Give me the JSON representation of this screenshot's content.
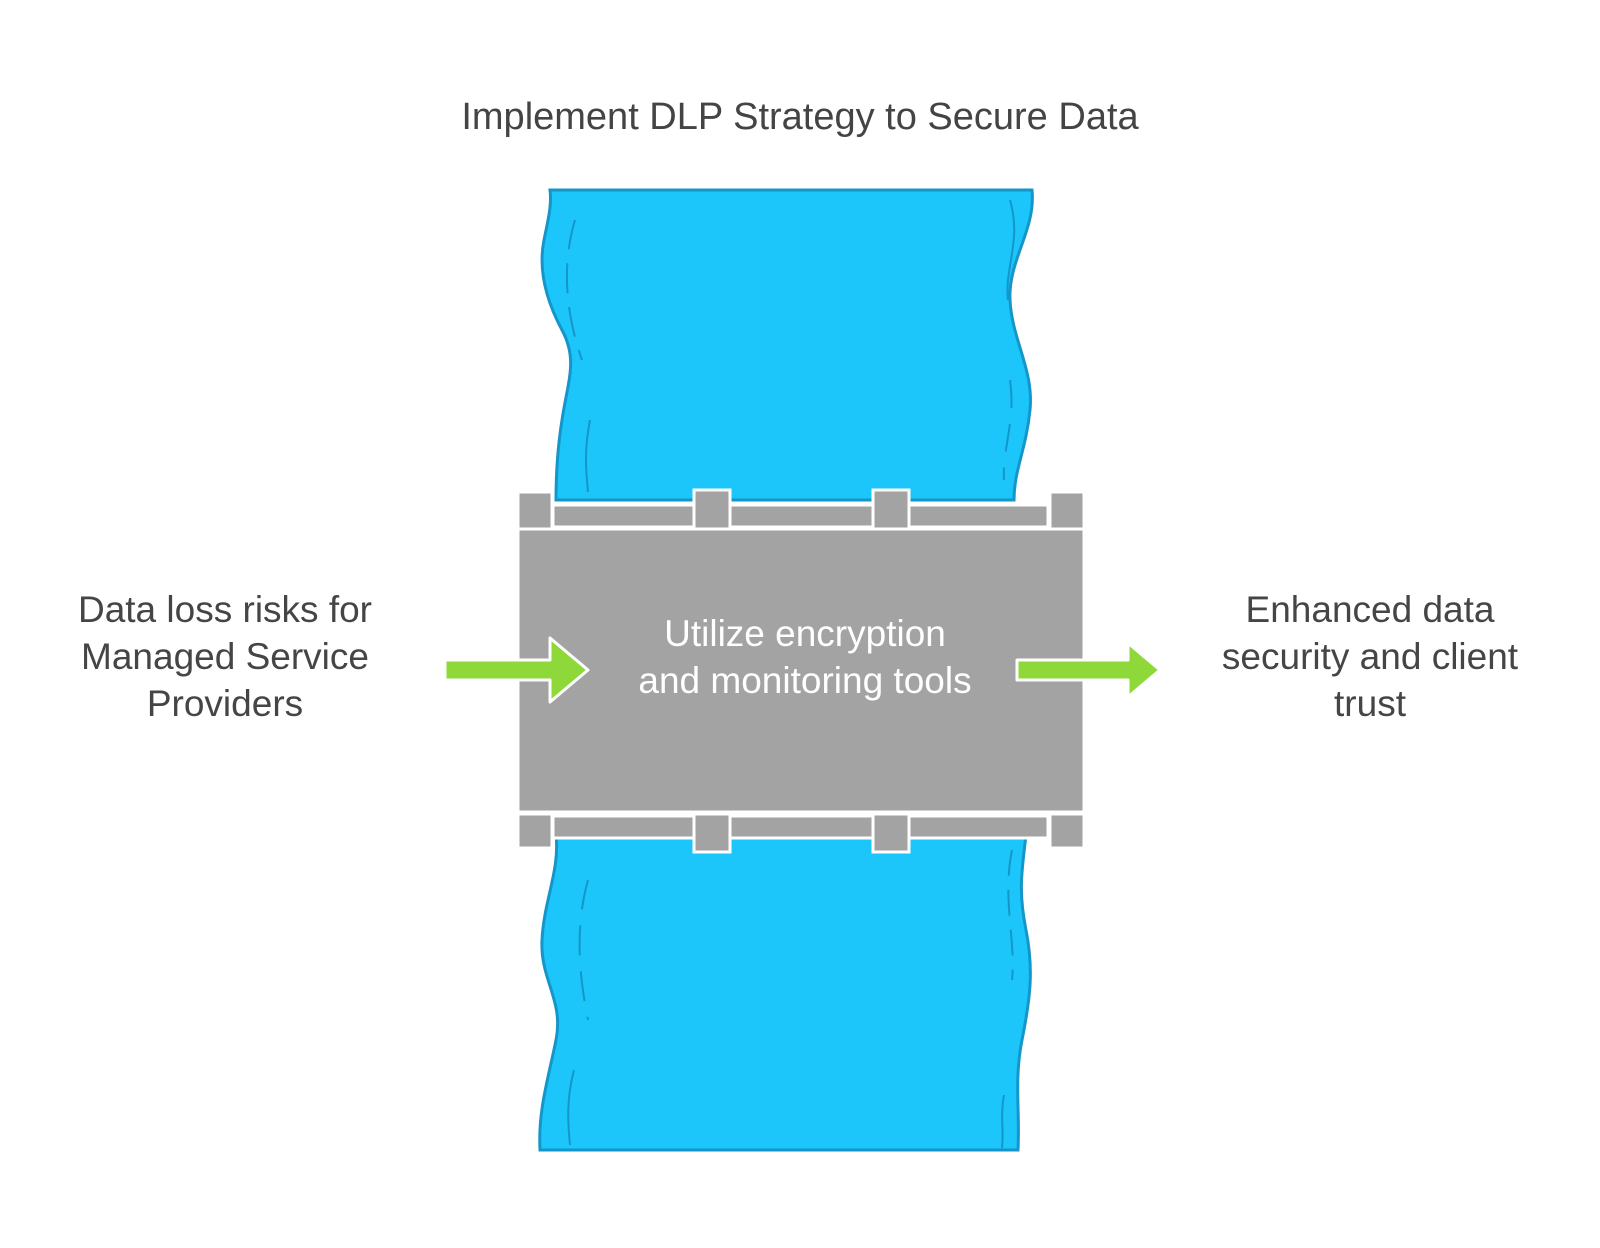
{
  "title": "Implement DLP Strategy to Secure Data",
  "input": {
    "label_lines": [
      "Data loss risks for",
      "Managed Service",
      "Providers"
    ]
  },
  "process": {
    "label_lines": [
      "Utilize encryption",
      "and monitoring tools"
    ]
  },
  "output": {
    "label_lines": [
      "Enhanced data",
      "security and client",
      "trust"
    ]
  },
  "colors": {
    "river": "#1cc6fb",
    "river_outline": "#1596c9",
    "dam": "#a3a3a3",
    "arrow": "#8ed83a",
    "text": "#444444"
  }
}
